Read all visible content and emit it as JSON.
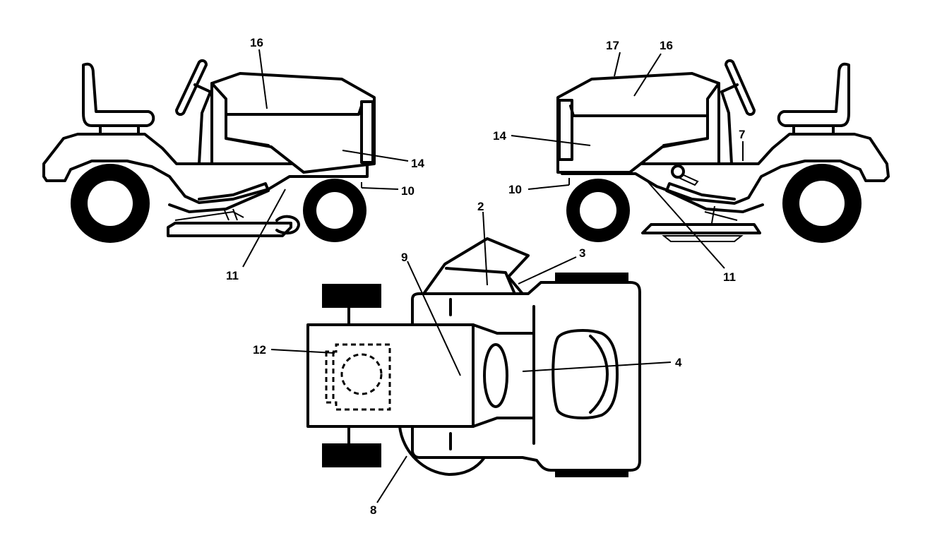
{
  "callouts": {
    "left_16": "16",
    "left_14": "14",
    "left_10": "10",
    "left_11": "11",
    "right_17": "17",
    "right_16": "16",
    "right_14": "14",
    "right_7": "7",
    "right_10": "10",
    "right_11": "11",
    "top_2": "2",
    "top_3": "3",
    "top_9": "9",
    "top_4": "4",
    "top_12": "12",
    "top_8": "8"
  }
}
